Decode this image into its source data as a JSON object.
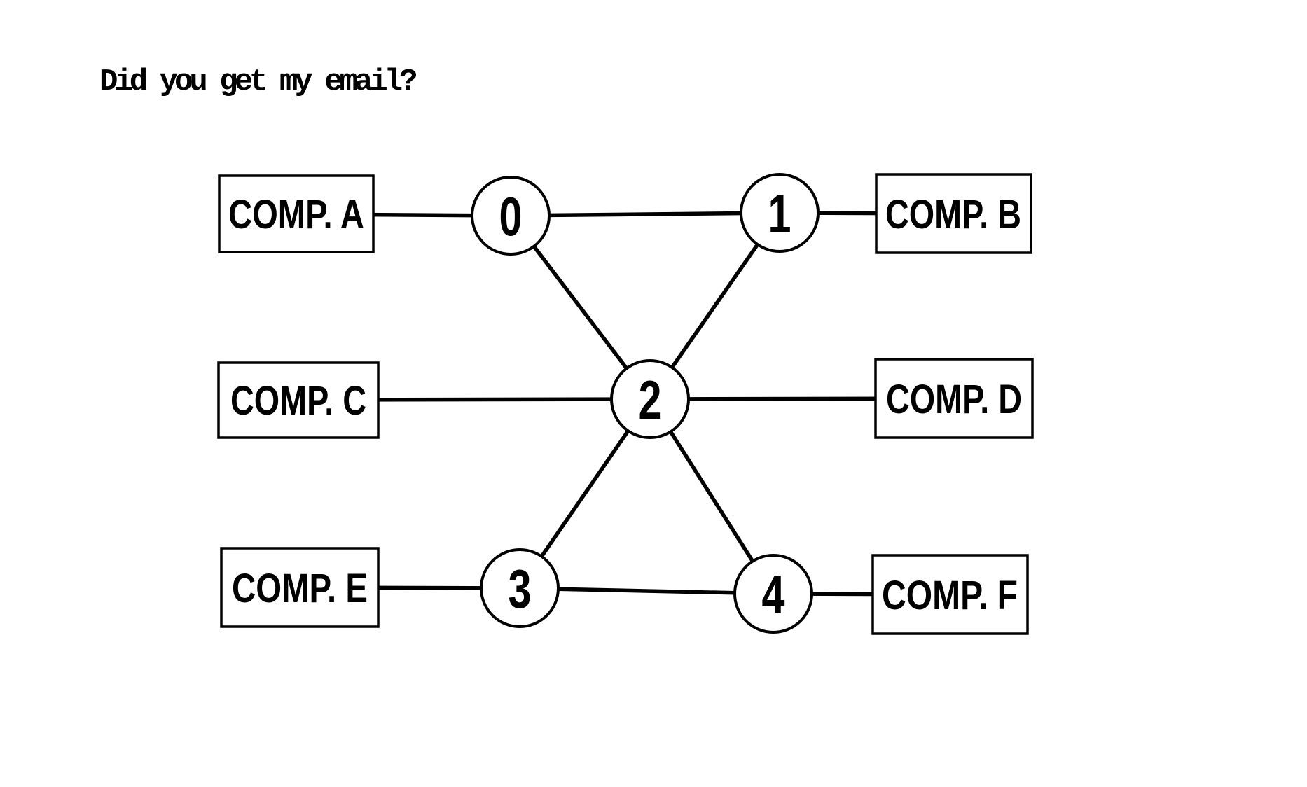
{
  "title": "Did you get my email?",
  "colors": {
    "background": "#ffffff",
    "line": "#000000",
    "text": "#000000",
    "node_fill": "#ffffff"
  },
  "graph": {
    "computers": [
      {
        "id": "A",
        "label": "COMP. A"
      },
      {
        "id": "B",
        "label": "COMP. B"
      },
      {
        "id": "C",
        "label": "COMP. C"
      },
      {
        "id": "D",
        "label": "COMP. D"
      },
      {
        "id": "E",
        "label": "COMP. E"
      },
      {
        "id": "F",
        "label": "COMP. F"
      }
    ],
    "nodes": [
      {
        "id": "0",
        "label": "0"
      },
      {
        "id": "1",
        "label": "1"
      },
      {
        "id": "2",
        "label": "2"
      },
      {
        "id": "3",
        "label": "3"
      },
      {
        "id": "4",
        "label": "4"
      }
    ],
    "edges": [
      {
        "from": "COMP. A",
        "to": "0"
      },
      {
        "from": "0",
        "to": "1"
      },
      {
        "from": "1",
        "to": "COMP. B"
      },
      {
        "from": "0",
        "to": "2"
      },
      {
        "from": "1",
        "to": "2"
      },
      {
        "from": "COMP. C",
        "to": "2"
      },
      {
        "from": "2",
        "to": "COMP. D"
      },
      {
        "from": "2",
        "to": "3"
      },
      {
        "from": "2",
        "to": "4"
      },
      {
        "from": "COMP. E",
        "to": "3"
      },
      {
        "from": "3",
        "to": "4"
      },
      {
        "from": "4",
        "to": "COMP. F"
      }
    ]
  }
}
